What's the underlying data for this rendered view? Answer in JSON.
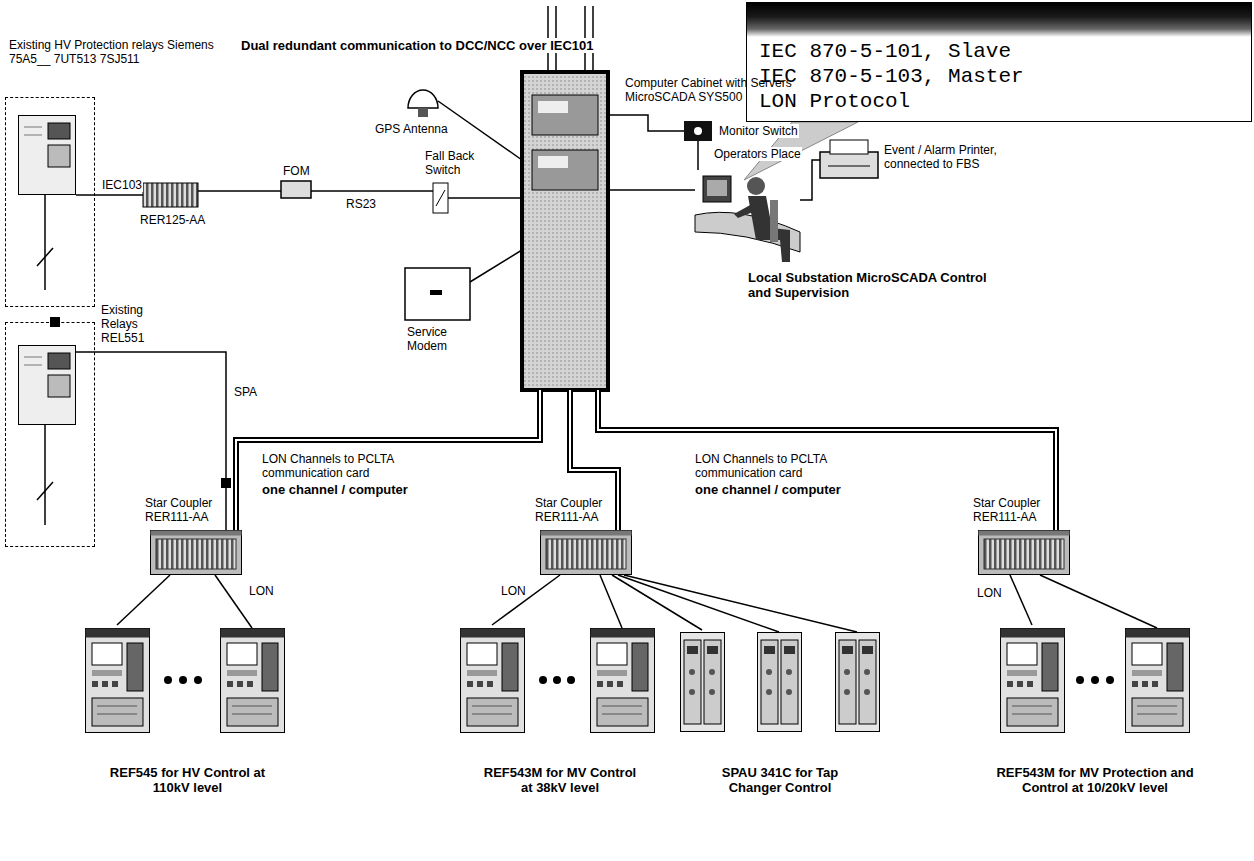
{
  "diagram": {
    "nodes": [
      {
        "text": [
          "Computer Cabinet with Servers MicroSCADA SYS500"
        ]
      },
      {
        "text": [
          "Existing HV Protection relays Siemens 75A5__ 7UT513 7SJ511"
        ]
      },
      {
        "text": [
          "RER125-AA"
        ]
      },
      {
        "text": [
          "FOM"
        ]
      },
      {
        "text": [
          "Fall Back Switch"
        ]
      },
      {
        "text": [
          "GPS Antenna"
        ]
      },
      {
        "text": [
          "Service Modem"
        ]
      },
      {
        "text": [
          "Monitor Switch"
        ]
      },
      {
        "text": [
          "Operators Place"
        ]
      },
      {
        "text": [
          "Event / Alarm Printer, connected to FBS"
        ]
      },
      {
        "text": [
          "IEC 870-5-101, Slave",
          "IEC 870-5-103, Master",
          "LON Protocol"
        ]
      },
      {
        "text": [
          "Existing Relays REL551"
        ]
      },
      {
        "text": [
          "Star Coupler RER111-AA"
        ]
      },
      {
        "text": [
          "Star Coupler RER111-AA"
        ]
      },
      {
        "text": [
          "Star Coupler RER111-AA"
        ]
      },
      {
        "text": [
          "REF545 for HV Control at 110kV level"
        ]
      },
      {
        "text": [
          "REF543M for MV Control at 38kV level"
        ]
      },
      {
        "text": [
          "SPAU 341C for Tap Changer Control"
        ]
      },
      {
        "text": [
          "REF543M for MV Protection and Control at 10/20kV level"
        ]
      }
    ],
    "edges": [
      {
        "from": 1,
        "to": 2,
        "arrow": "none",
        "label": "IEC103"
      },
      {
        "from": 2,
        "to": 3,
        "arrow": "none"
      },
      {
        "from": 3,
        "to": 4,
        "arrow": "none",
        "label": "RS23"
      },
      {
        "from": 4,
        "to": 0,
        "arrow": "none"
      },
      {
        "from": 5,
        "to": 0,
        "arrow": "none"
      },
      {
        "from": 6,
        "to": 0,
        "arrow": "none"
      },
      {
        "from": 0,
        "to": 7,
        "arrow": "none"
      },
      {
        "from": 7,
        "to": 8,
        "arrow": "none"
      },
      {
        "from": 0,
        "to": 8,
        "arrow": "none"
      },
      {
        "from": 8,
        "to": 9,
        "arrow": "none"
      },
      {
        "from": 11,
        "to": 12,
        "arrow": "none",
        "label": "SPA"
      },
      {
        "from": 0,
        "to": 12,
        "arrow": "none"
      },
      {
        "from": 0,
        "to": 13,
        "arrow": "none"
      },
      {
        "from": 0,
        "to": 14,
        "arrow": "none"
      },
      {
        "from": 12,
        "to": 15,
        "arrow": "none",
        "label": "LON"
      },
      {
        "from": 13,
        "to": 16,
        "arrow": "none",
        "label": "LON"
      },
      {
        "from": 13,
        "to": 17,
        "arrow": "none"
      },
      {
        "from": 14,
        "to": 18,
        "arrow": "none",
        "label": "LON"
      }
    ],
    "labels": [
      "Dual redundant communication to DCC/NCC over IEC101",
      "LON Channels to PCLTA communication card",
      "one channel / computer",
      "LON Channels to PCLTA communication card",
      "one channel / computer",
      "Local Substation MicroSCADA Control and Supervision"
    ]
  }
}
